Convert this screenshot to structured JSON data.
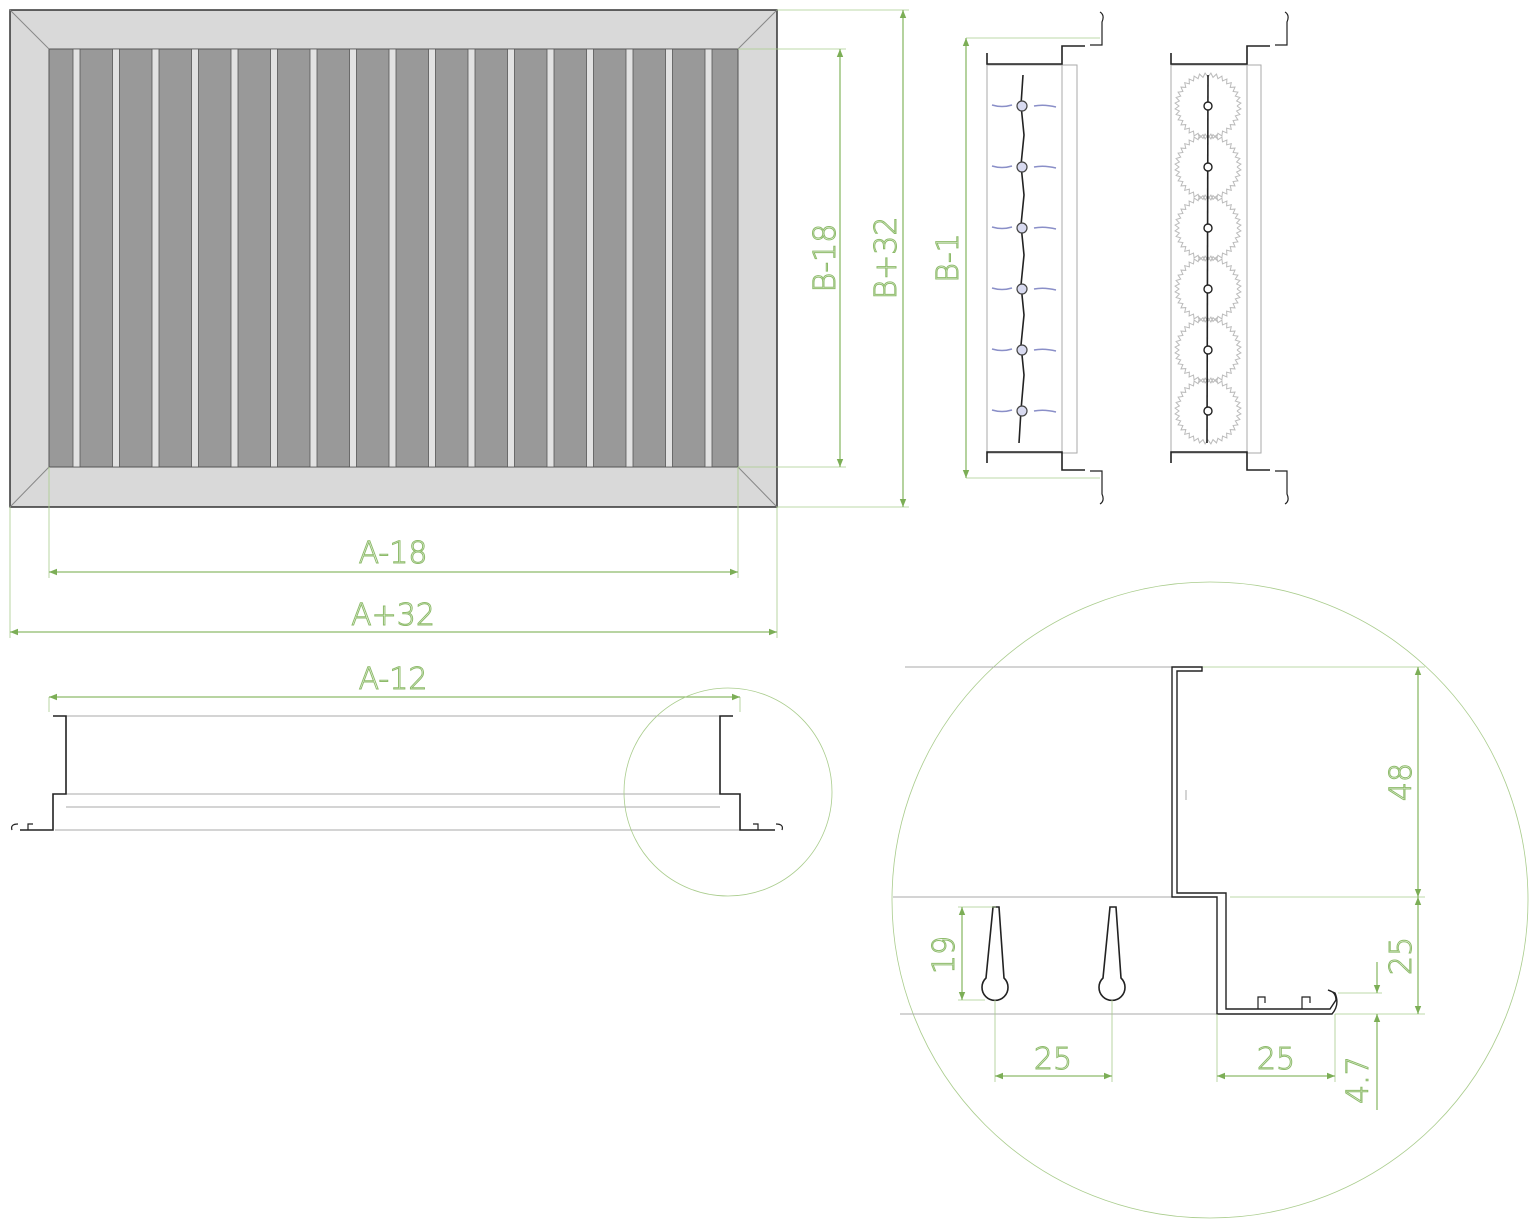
{
  "drawing": {
    "front_view": {
      "blade_count": 17
    },
    "dimensions": {
      "a_minus_18": "A-18",
      "a_plus_32": "A+32",
      "a_minus_12": "A-12",
      "b_minus_18": "B-18",
      "b_plus_32": "B+32",
      "b_minus_1": "B-1"
    },
    "detail": {
      "height_frame": "48",
      "height_flange": "25",
      "blade_height": "19",
      "blade_pitch": "25",
      "flange_width": "25",
      "lip": "4.7"
    },
    "colors": {
      "dimension": "#8dbb6a",
      "frame": "#d9d9d9",
      "opening": "#999999"
    }
  }
}
